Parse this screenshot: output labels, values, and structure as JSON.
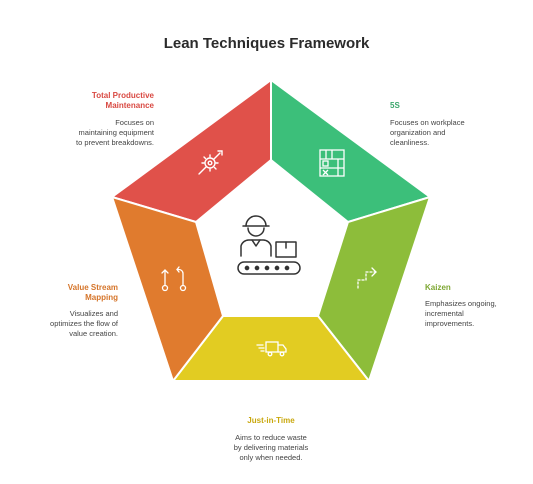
{
  "title": "Lean Techniques Framework",
  "colors": {
    "tpm": "#e0514a",
    "five_s": "#3cbf7a",
    "kaizen": "#8dbd3a",
    "jit": "#e2cc22",
    "vsm": "#e07b2e",
    "label_tpm": "#d94a43",
    "label_five_s": "#3aa66b",
    "label_kaizen": "#7ea733",
    "label_jit": "#c9a80e",
    "label_vsm": "#d57429"
  },
  "techniques": {
    "tpm": {
      "name_line1": "Total Productive",
      "name_line2": "Maintenance",
      "desc_line1": "Focuses on",
      "desc_line2": "maintaining equipment",
      "desc_line3": "to prevent breakdowns.",
      "icon": "gear-wrench-icon"
    },
    "five_s": {
      "name": "5S",
      "desc_line1": "Focuses on workplace",
      "desc_line2": "organization and",
      "desc_line3": "cleanliness.",
      "icon": "organized-shelves-icon"
    },
    "kaizen": {
      "name": "Kaizen",
      "desc_line1": "Emphasizes ongoing,",
      "desc_line2": "incremental",
      "desc_line3": "improvements.",
      "icon": "step-arrow-icon"
    },
    "jit": {
      "name": "Just-in-Time",
      "desc_line1": "Aims to reduce waste",
      "desc_line2": "by delivering materials",
      "desc_line3": "only when needed.",
      "icon": "fast-truck-icon"
    },
    "vsm": {
      "name_line1": "Value Stream",
      "name_line2": "Mapping",
      "desc_line1": "Visualizes and",
      "desc_line2": "optimizes the flow of",
      "desc_line3": "value creation.",
      "icon": "flow-path-icon"
    }
  },
  "center_icon": "worker-conveyor-icon"
}
